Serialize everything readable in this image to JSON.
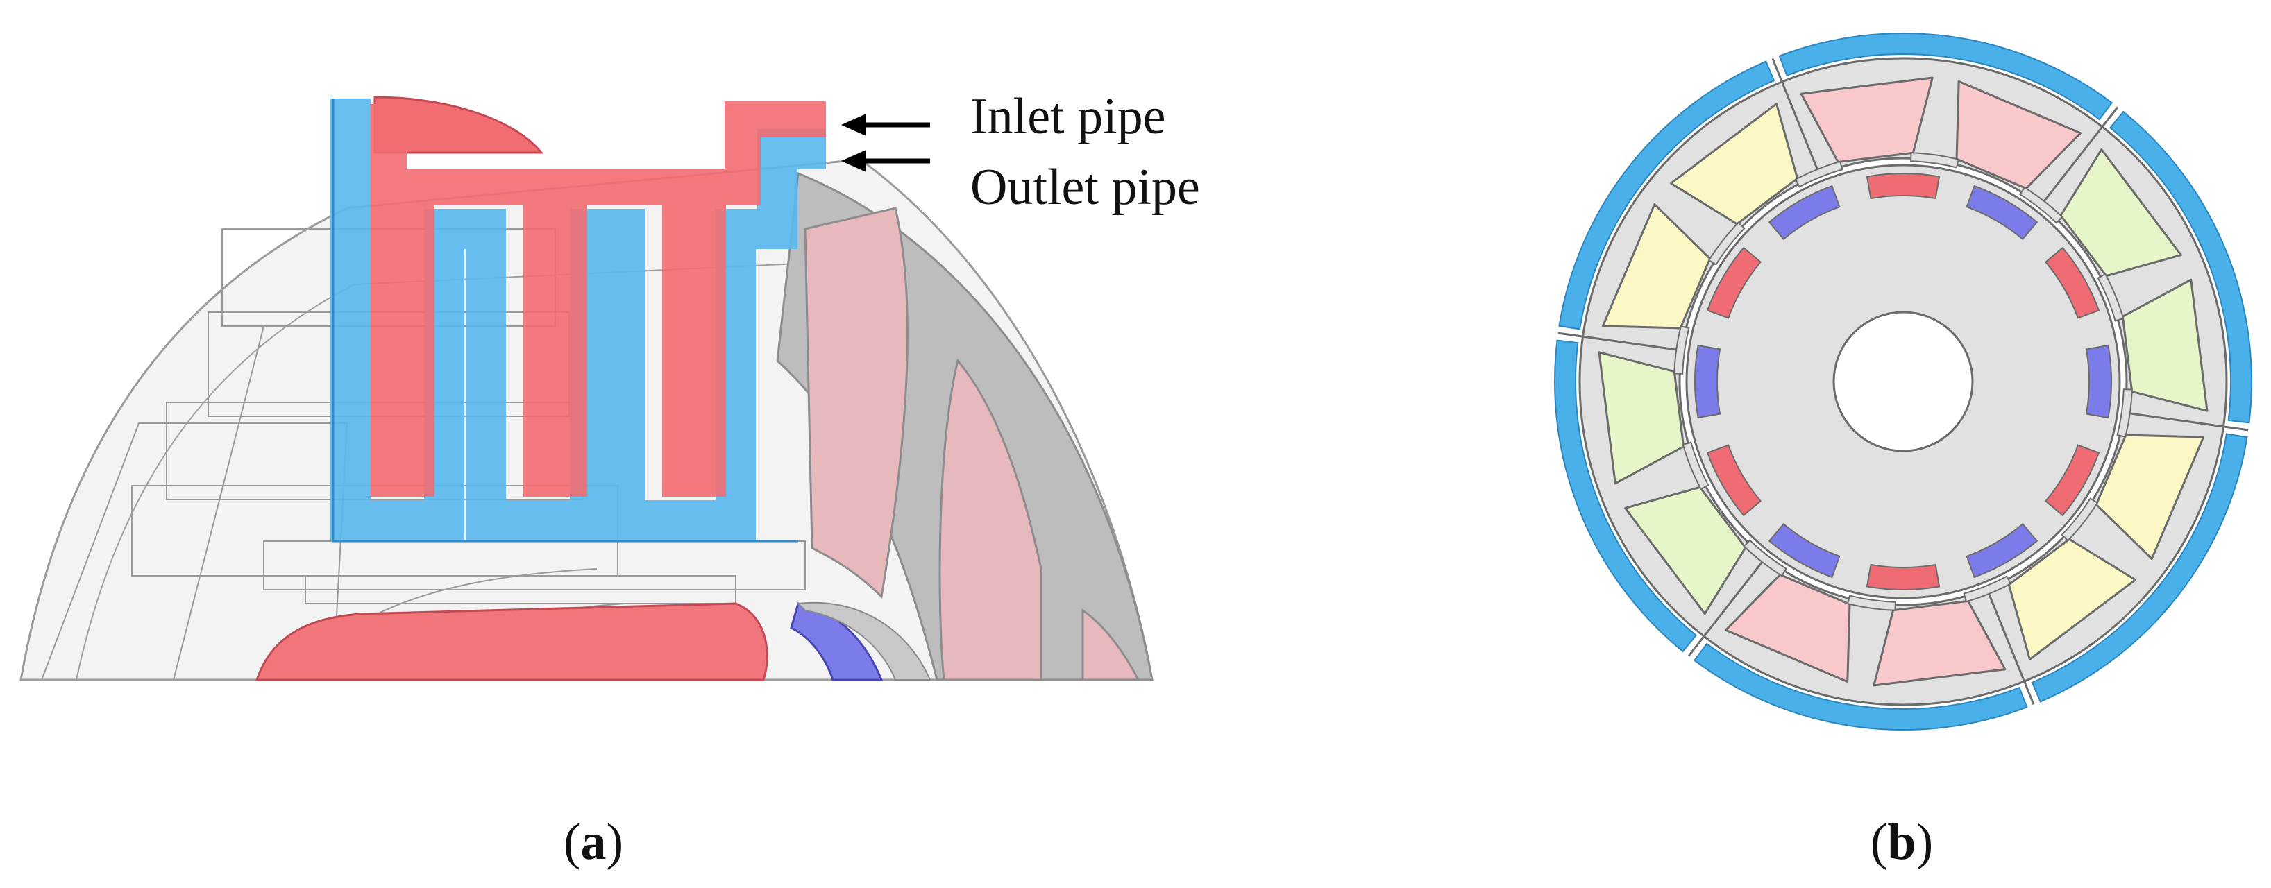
{
  "figure": {
    "panel_a": {
      "label_inlet": "Inlet pipe",
      "label_outlet": "Outlet pipe",
      "caption_open": "(",
      "caption_letter": "a",
      "caption_close": ")"
    },
    "panel_b": {
      "caption_open": "(",
      "caption_letter": "b",
      "caption_close": ")",
      "stator_slots": 12,
      "rotor_magnets": 12,
      "cooling_segments": 6
    }
  },
  "colors": {
    "outline": "#6b6b6b",
    "steel": "#e1e1e1",
    "steel_dark": "#b9b9b9",
    "pipe_inlet": "#f26d72",
    "pipe_outlet": "#5bb8ee",
    "coil_a": "#f8c8cb",
    "coil_b": "#e7f6c8",
    "coil_c": "#fbf8c6",
    "magnet_red": "#f06c74",
    "magnet_blue": "#7b7bea",
    "cooling_jacket": "#4ab0ea"
  }
}
